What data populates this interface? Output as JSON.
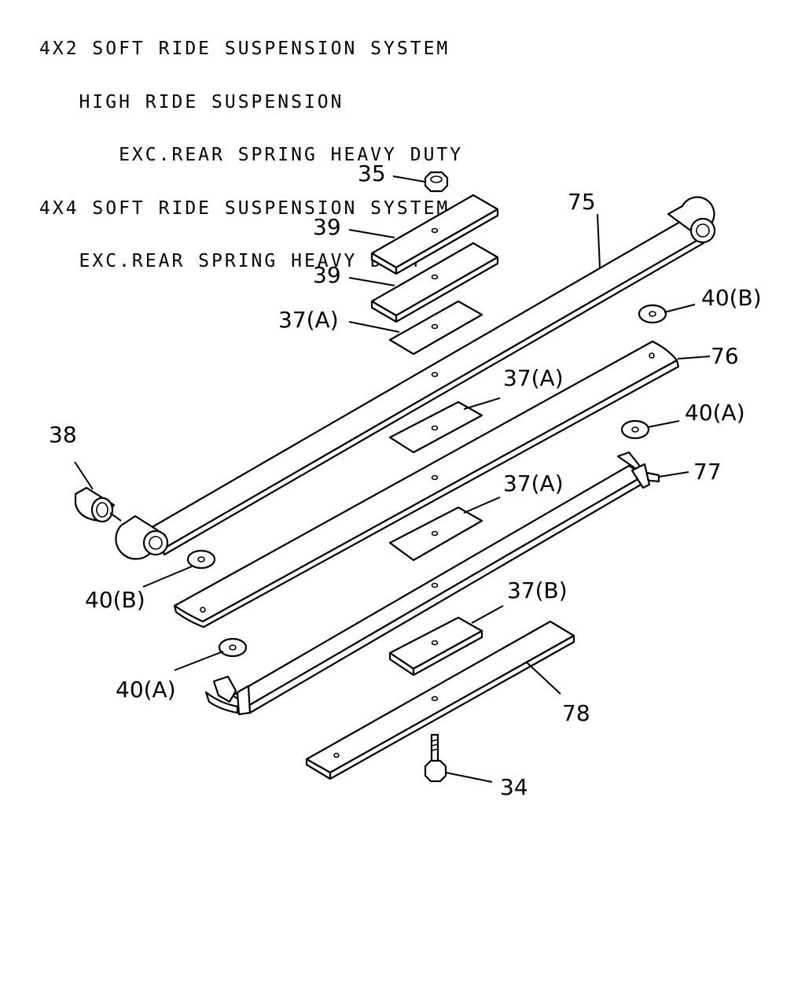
{
  "heading": {
    "line1": "4X2 SOFT RIDE SUSPENSION SYSTEM",
    "line2": "   HIGH RIDE SUSPENSION",
    "line3": "      EXC.REAR SPRING HEAVY DUTY",
    "line4": "4X4 SOFT RIDE SUSPENSION SYSTEM",
    "line5": "   EXC.REAR SPRING HEAVY DUTY"
  },
  "callouts": {
    "c35": "35",
    "c39a": "39",
    "c39b": "39",
    "c37a1": "37(A)",
    "c75": "75",
    "c40b_right": "40(B)",
    "c76": "76",
    "c37a2": "37(A)",
    "c40a_right": "40(A)",
    "c38": "38",
    "c77": "77",
    "c37a3": "37(A)",
    "c40b_left": "40(B)",
    "c37b": "37(B)",
    "c40a_left": "40(A)",
    "c78": "78",
    "c34": "34"
  }
}
